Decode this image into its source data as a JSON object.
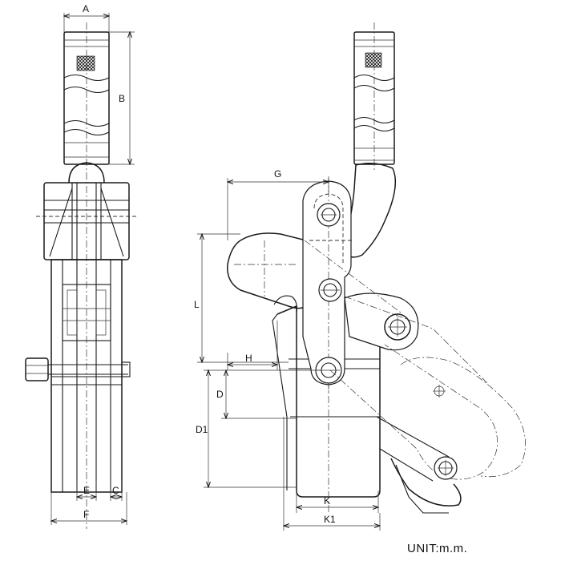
{
  "dimensions": {
    "A": "A",
    "B": "B",
    "C": "C",
    "D": "D",
    "D1": "D1",
    "E": "E",
    "F": "F",
    "G": "G",
    "H": "H",
    "K": "K",
    "K1": "K1",
    "L": "L"
  },
  "unit_label": "UNIT:m.m."
}
